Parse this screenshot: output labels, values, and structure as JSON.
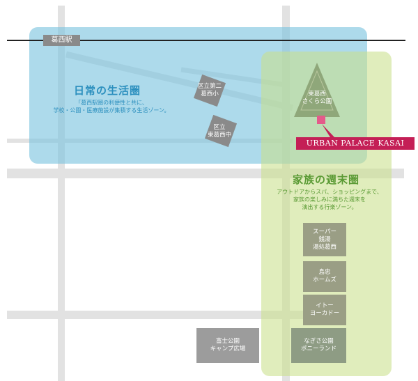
{
  "station": {
    "label": "葛西駅"
  },
  "zones": {
    "daily": {
      "title": "日常の生活圏",
      "description_line1": "「葛西駅圏の利便性と共に、",
      "description_line2": "学校・公園・医療施設が集積する生活ゾーン。",
      "color": "#7bc4de",
      "title_color": "#2b8fbe",
      "desc_color": "#2b8fbe"
    },
    "weekend": {
      "title": "家族の週末圏",
      "description_line1": "アウトドアからスパ、ショッピングまで、",
      "description_line2": "家族の楽しみに満ちた週末を",
      "description_line3": "演出する行楽ゾーン。",
      "color": "#cae08c",
      "title_color": "#5a9a34",
      "desc_color": "#5a9a34"
    }
  },
  "schools": [
    {
      "line1": "区立第二",
      "line2": "葛西小"
    },
    {
      "line1": "区立",
      "line2": "東葛西中"
    }
  ],
  "park_top": {
    "line1": "東葛西",
    "line2": "さくら公園"
  },
  "property": {
    "label": "URBAN PALACE KASAI",
    "color": "#c41f56"
  },
  "pois": [
    {
      "line1": "スーパー",
      "line2": "銭湯",
      "line3": "湯処葛西"
    },
    {
      "line1": "島忠",
      "line2": "ホームズ"
    },
    {
      "line1": "イトー",
      "line2": "ヨーカドー"
    },
    {
      "line1": "なぎさ公園",
      "line2": "ポニーランド"
    },
    {
      "line1": "富士公園",
      "line2": "キャンプ広場"
    }
  ]
}
